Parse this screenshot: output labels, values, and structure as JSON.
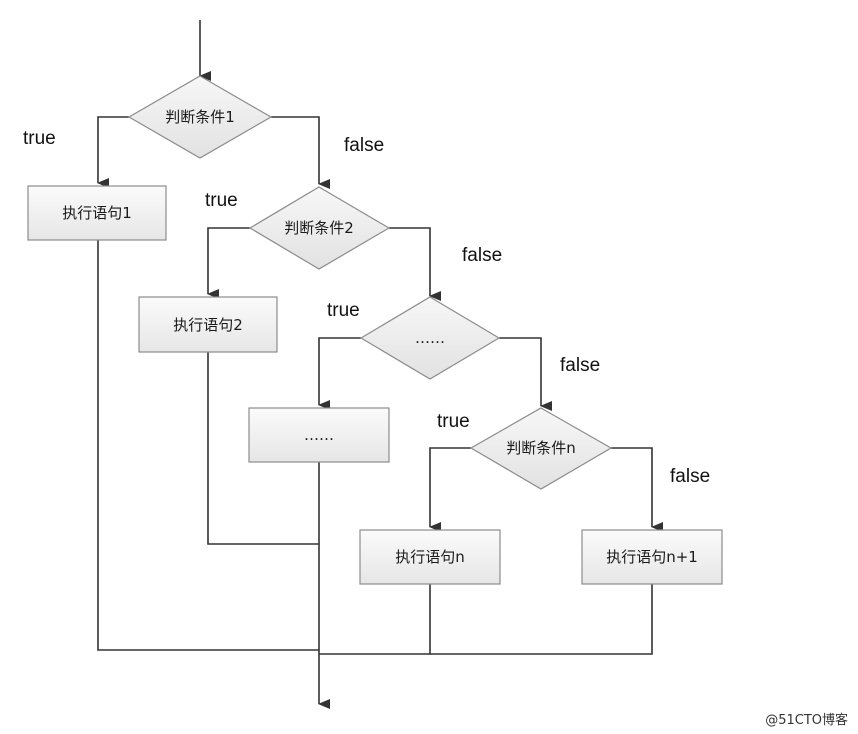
{
  "conditions": {
    "cond1": "判断条件1",
    "cond2": "判断条件2",
    "cond_ellipsis": "……",
    "condn": "判断条件n"
  },
  "statements": {
    "stmt1": "执行语句1",
    "stmt2": "执行语句2",
    "stmt_ellipsis": "……",
    "stmtn": "执行语句n",
    "stmtn1": "执行语句n+1"
  },
  "edge_labels": {
    "true": "true",
    "false": "false"
  },
  "watermark": "@51CTO博客",
  "colors": {
    "line": "#333333",
    "diamond_fill": "#eeeeee",
    "box_fill": "#f2f2f2",
    "border": "#8c8c8c"
  }
}
